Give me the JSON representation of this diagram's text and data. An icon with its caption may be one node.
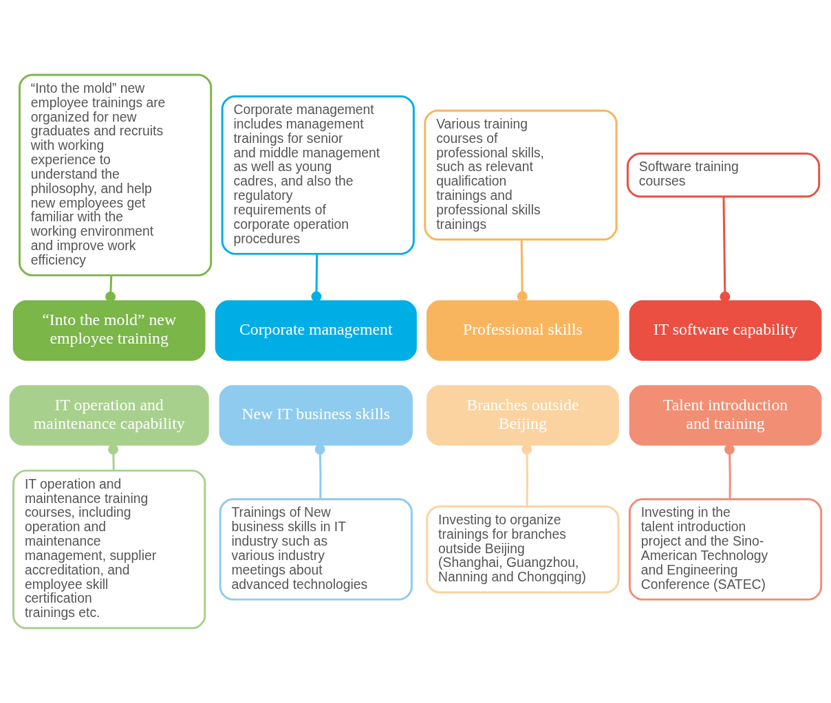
{
  "diagram": {
    "nodes": [
      {
        "text": [
          "“Into the mold” new employee trainings are organized for new graduates and recruits with working experience to understand the philosophy, and help new employees get familiar with the working environment and improve work efficiency"
        ]
      },
      {
        "text": [
          "Corporate management includes management trainings for senior and middle management as well as young cadres, and also the regulatory requirements of corporate operation procedures"
        ]
      },
      {
        "text": [
          "Various training courses of professional skills, such as relevant qualification trainings and professional skills trainings"
        ]
      },
      {
        "text": [
          "Software training courses"
        ]
      },
      {
        "text": [
          "“Into the mold” new employee training"
        ]
      },
      {
        "text": [
          "Corporate management"
        ]
      },
      {
        "text": [
          "Professional skills"
        ]
      },
      {
        "text": [
          "IT software capability"
        ]
      },
      {
        "text": [
          "IT operation and maintenance capability"
        ]
      },
      {
        "text": [
          "New IT business skills"
        ]
      },
      {
        "text": [
          "Branches outside Beijing"
        ]
      },
      {
        "text": [
          "Talent introduction and training"
        ]
      },
      {
        "text": [
          "IT operation and maintenance training courses, including operation and maintenance management, supplier accreditation, and employee skill certification trainings etc."
        ]
      },
      {
        "text": [
          "Trainings of New business skills in IT industry such as various industry meetings about advanced technologies"
        ]
      },
      {
        "text": [
          "Investing to organize trainings for branches outside Beijing (Shanghai, Guangzhou, Nanning and Chongqing)"
        ]
      },
      {
        "text": [
          "Investing in the talent introduction project and the Sino-American Technology and Engineering Conference (SATEC)"
        ]
      }
    ],
    "edges": [
      {
        "from": 0,
        "to": 4,
        "arrow": "other",
        "color": "#7ab648"
      },
      {
        "from": 1,
        "to": 5,
        "arrow": "other",
        "color": "#00aee6"
      },
      {
        "from": 2,
        "to": 6,
        "arrow": "other",
        "color": "#f9b55e"
      },
      {
        "from": 3,
        "to": 7,
        "arrow": "other",
        "color": "#ea4f42"
      },
      {
        "from": 12,
        "to": 8,
        "arrow": "other",
        "color": "#a8d08d"
      },
      {
        "from": 13,
        "to": 9,
        "arrow": "other",
        "color": "#8ecbef"
      },
      {
        "from": 14,
        "to": 10,
        "arrow": "other",
        "color": "#fbd3a0"
      },
      {
        "from": 15,
        "to": 11,
        "arrow": "other",
        "color": "#f18e74"
      }
    ]
  }
}
